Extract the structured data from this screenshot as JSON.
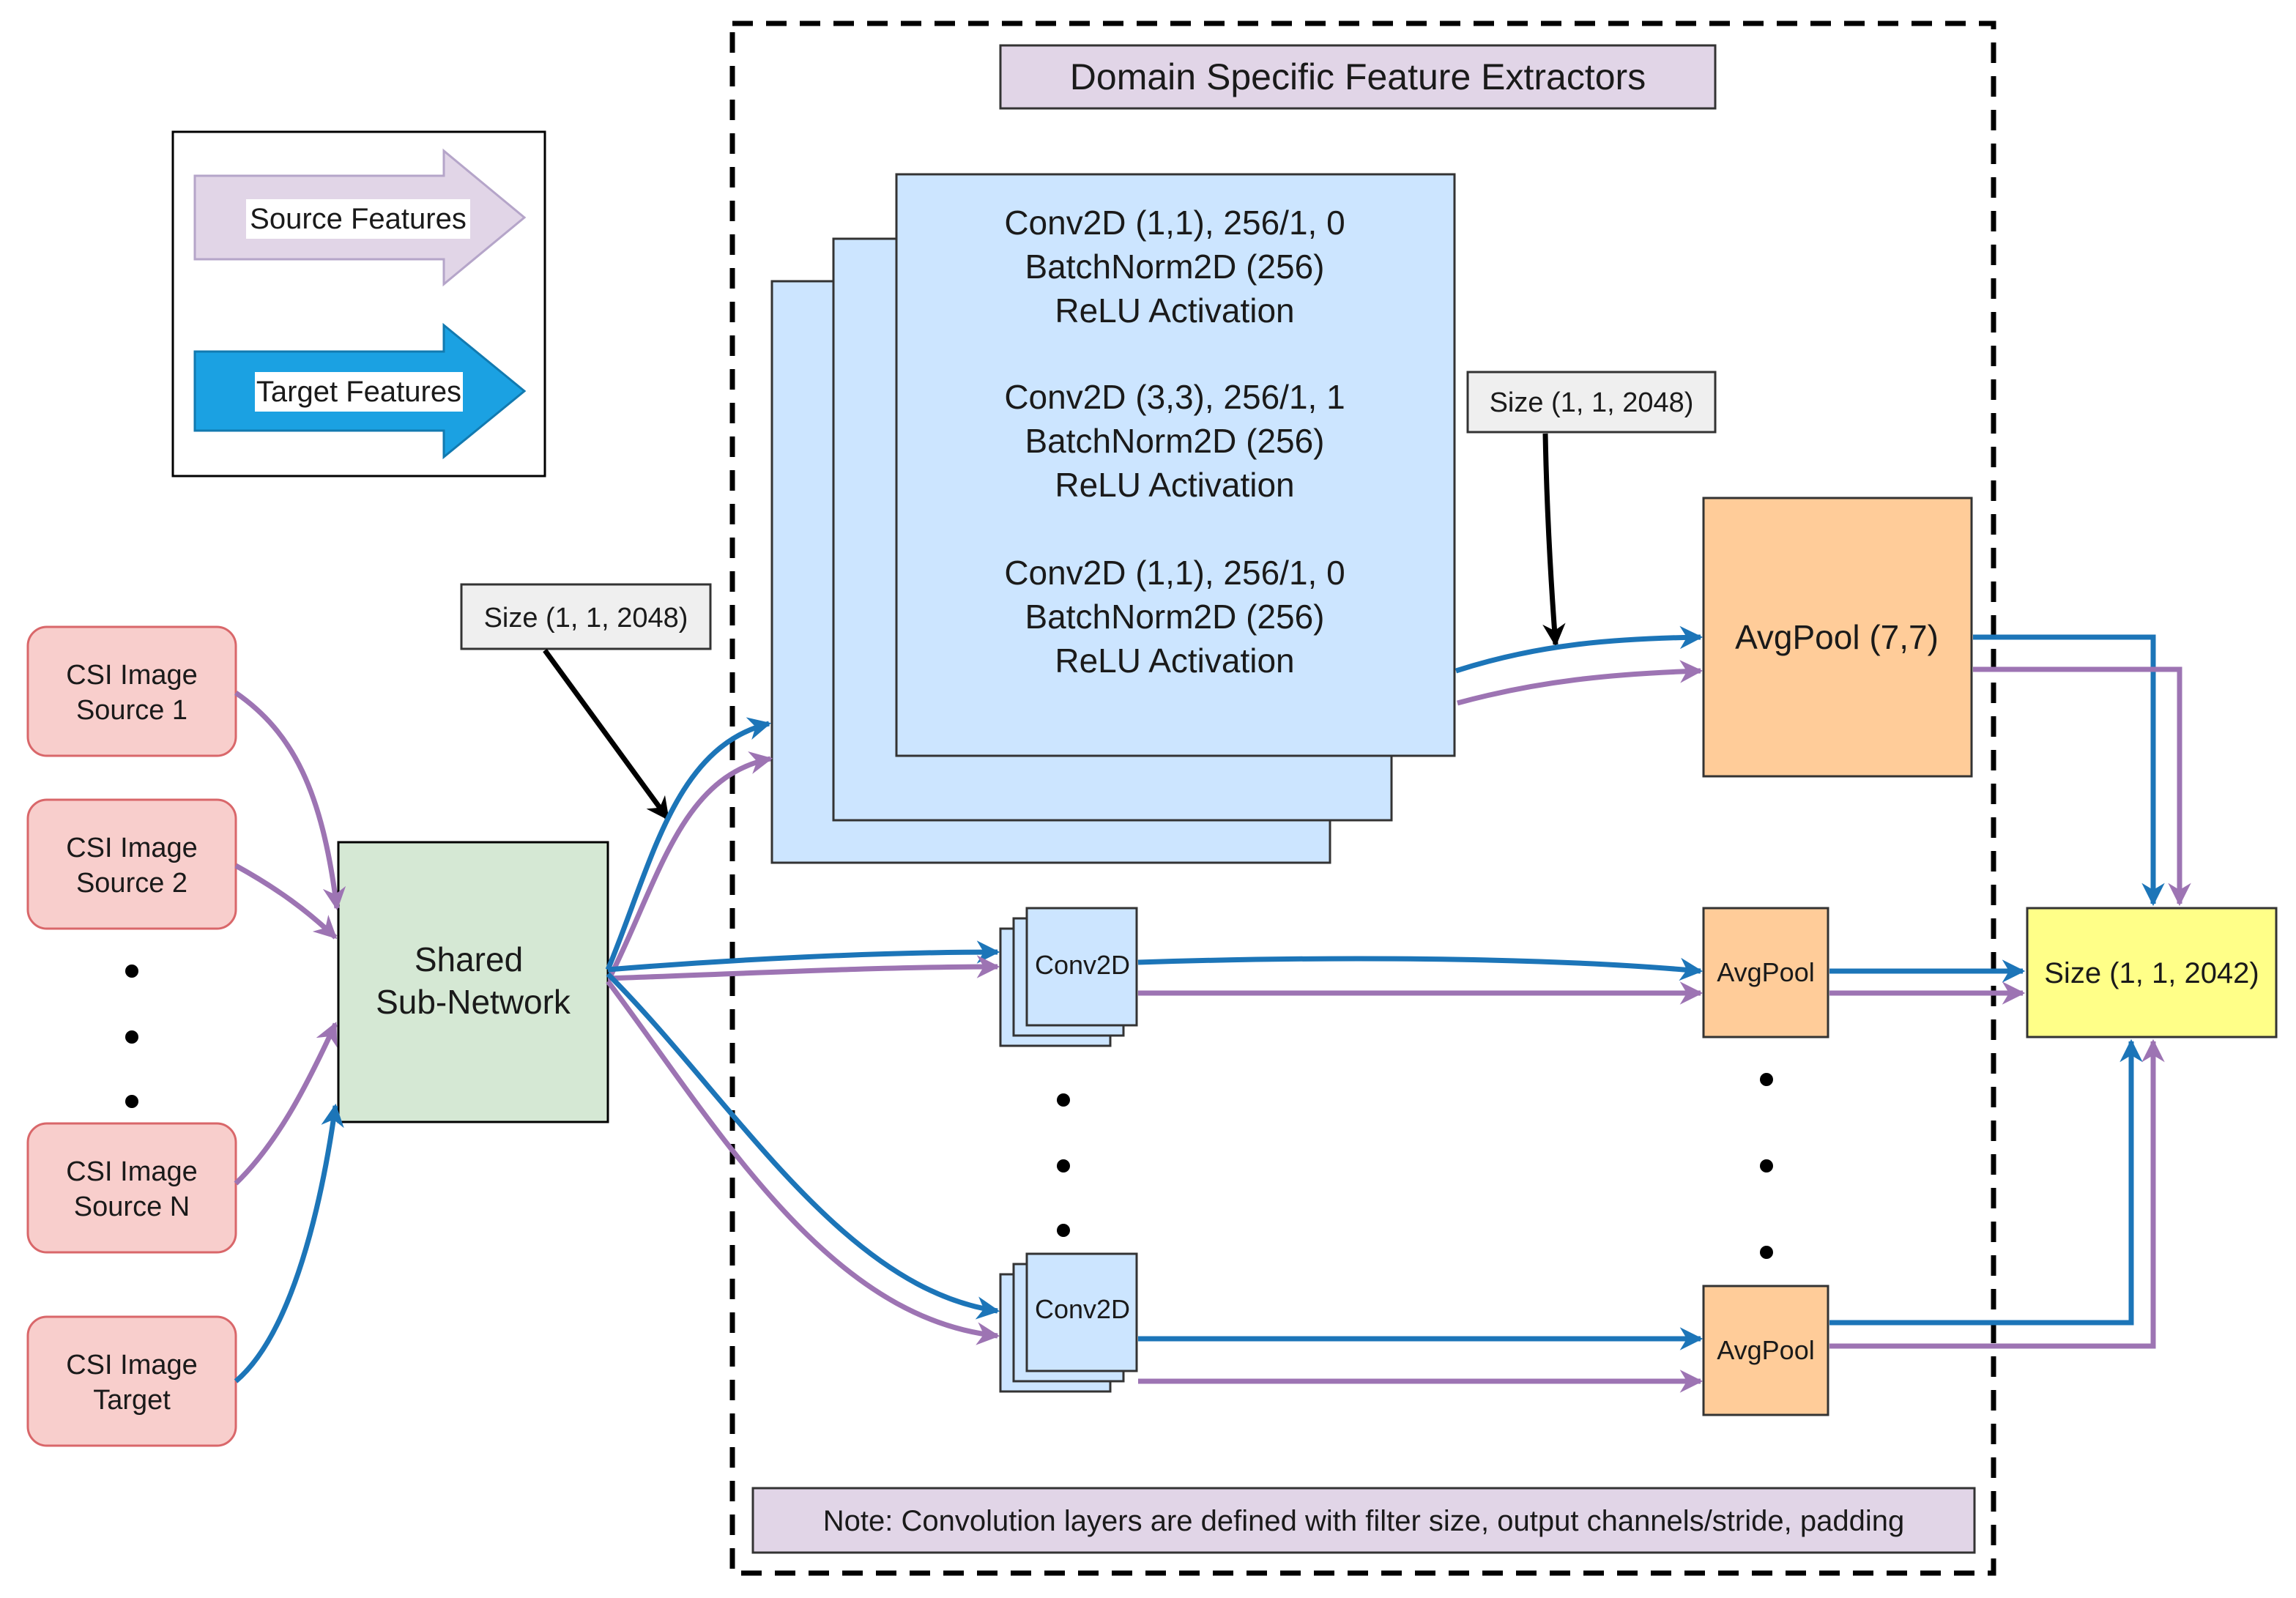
{
  "diagram": {
    "title": "Domain Specific Feature Extractors",
    "legend": {
      "source": "Source Features",
      "target": "Target Features"
    },
    "inputs": [
      {
        "line1": "CSI Image",
        "line2": "Source 1"
      },
      {
        "line1": "CSI Image",
        "line2": "Source 2"
      },
      {
        "line1": "CSI Image",
        "line2": "Source N"
      },
      {
        "line1": "CSI Image",
        "line2": "Target"
      }
    ],
    "shared": {
      "line1": "Shared",
      "line2": "Sub-Network"
    },
    "size_labels": {
      "shared_out": "Size (1, 1, 2048)",
      "extractor_out": "Size (1, 1, 2048)",
      "final_out": "Size (1, 1, 2042)"
    },
    "conv_block": [
      "Conv2D (1,1),  256/1, 0",
      "BatchNorm2D (256)",
      "ReLU Activation",
      "Conv2D (3,3),  256/1, 1",
      "BatchNorm2D (256)",
      "ReLU Activation",
      "Conv2D (1,1),  256/1, 0",
      "BatchNorm2D (256)",
      "ReLU Activation"
    ],
    "small_conv": "Conv2D",
    "avgpool_big": "AvgPool (7,7)",
    "avgpool_small": "AvgPool",
    "note": "Note: Convolution layers are defined with filter size, output channels/stride, padding",
    "colors": {
      "source_arrow": "#9d74b3",
      "target_arrow": "#1c75b8",
      "input_fill": "#f8cecc",
      "input_stroke": "#d9676a",
      "shared_fill": "#d5e8d4",
      "conv_fill": "#cce5ff",
      "avgpool_fill": "#ffcc99",
      "output_fill": "#ffff88",
      "title_fill": "#e1d5e7",
      "legend_source_fill": "#e1d5e7",
      "legend_target_fill": "#1ba1e2"
    }
  }
}
